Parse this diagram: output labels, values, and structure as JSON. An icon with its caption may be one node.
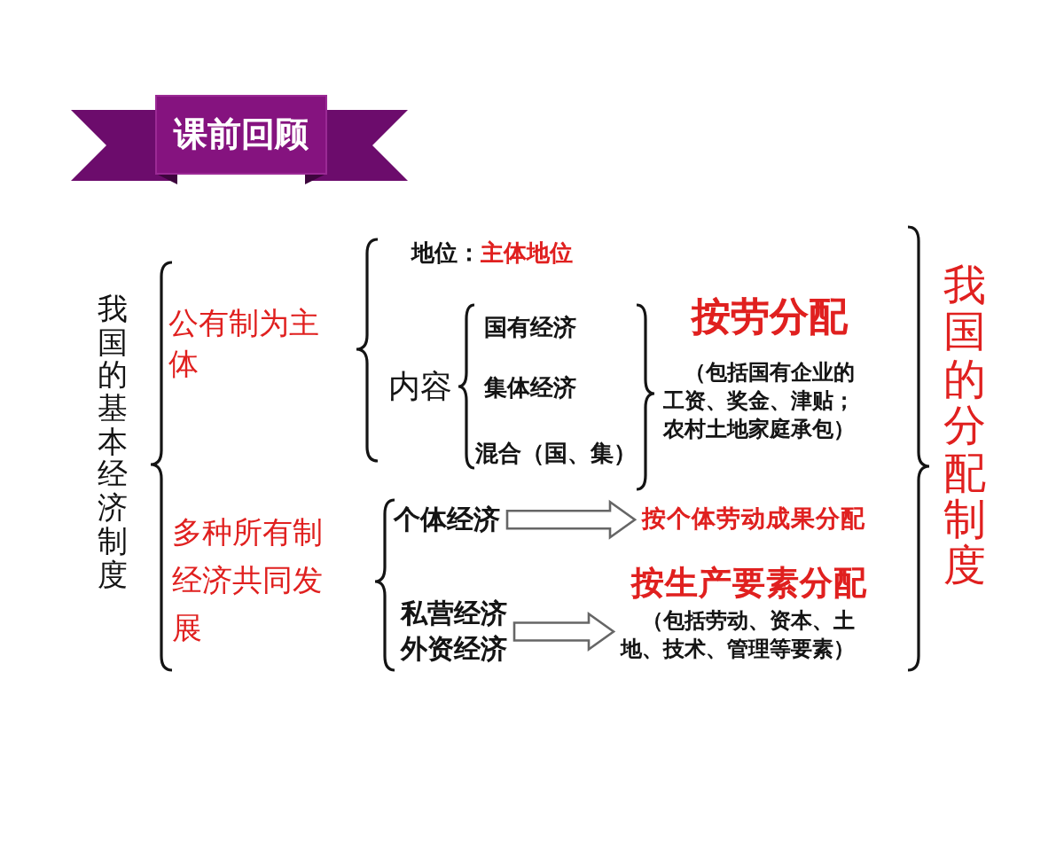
{
  "diagram": {
    "title": "课前回顾",
    "nodes": [
      {
        "text": [
          "个体经济"
        ]
      },
      {
        "text": [
          "按个体劳动成果分配"
        ]
      },
      {
        "text": [
          "私营经济",
          "外资经济"
        ]
      },
      {
        "text": [
          "按生产要素分配",
          "（包括劳动、资本、土地、技术、管理等要素）"
        ]
      }
    ],
    "edges": [
      {
        "from": 0,
        "to": 1,
        "arrow": "to"
      },
      {
        "from": 2,
        "to": 3,
        "arrow": "to"
      }
    ],
    "labels": [
      "我国的基本经济制度",
      "公有制为主体",
      "地位：",
      "主体地位",
      "内容",
      "国有经济",
      "集体经济",
      "混合（国、集）",
      "按劳分配",
      "（包括国有企业的工资、奖金、津贴；农村土地家庭承包）",
      "多种所有制经济共同发展",
      "我国的分配制度"
    ]
  }
}
